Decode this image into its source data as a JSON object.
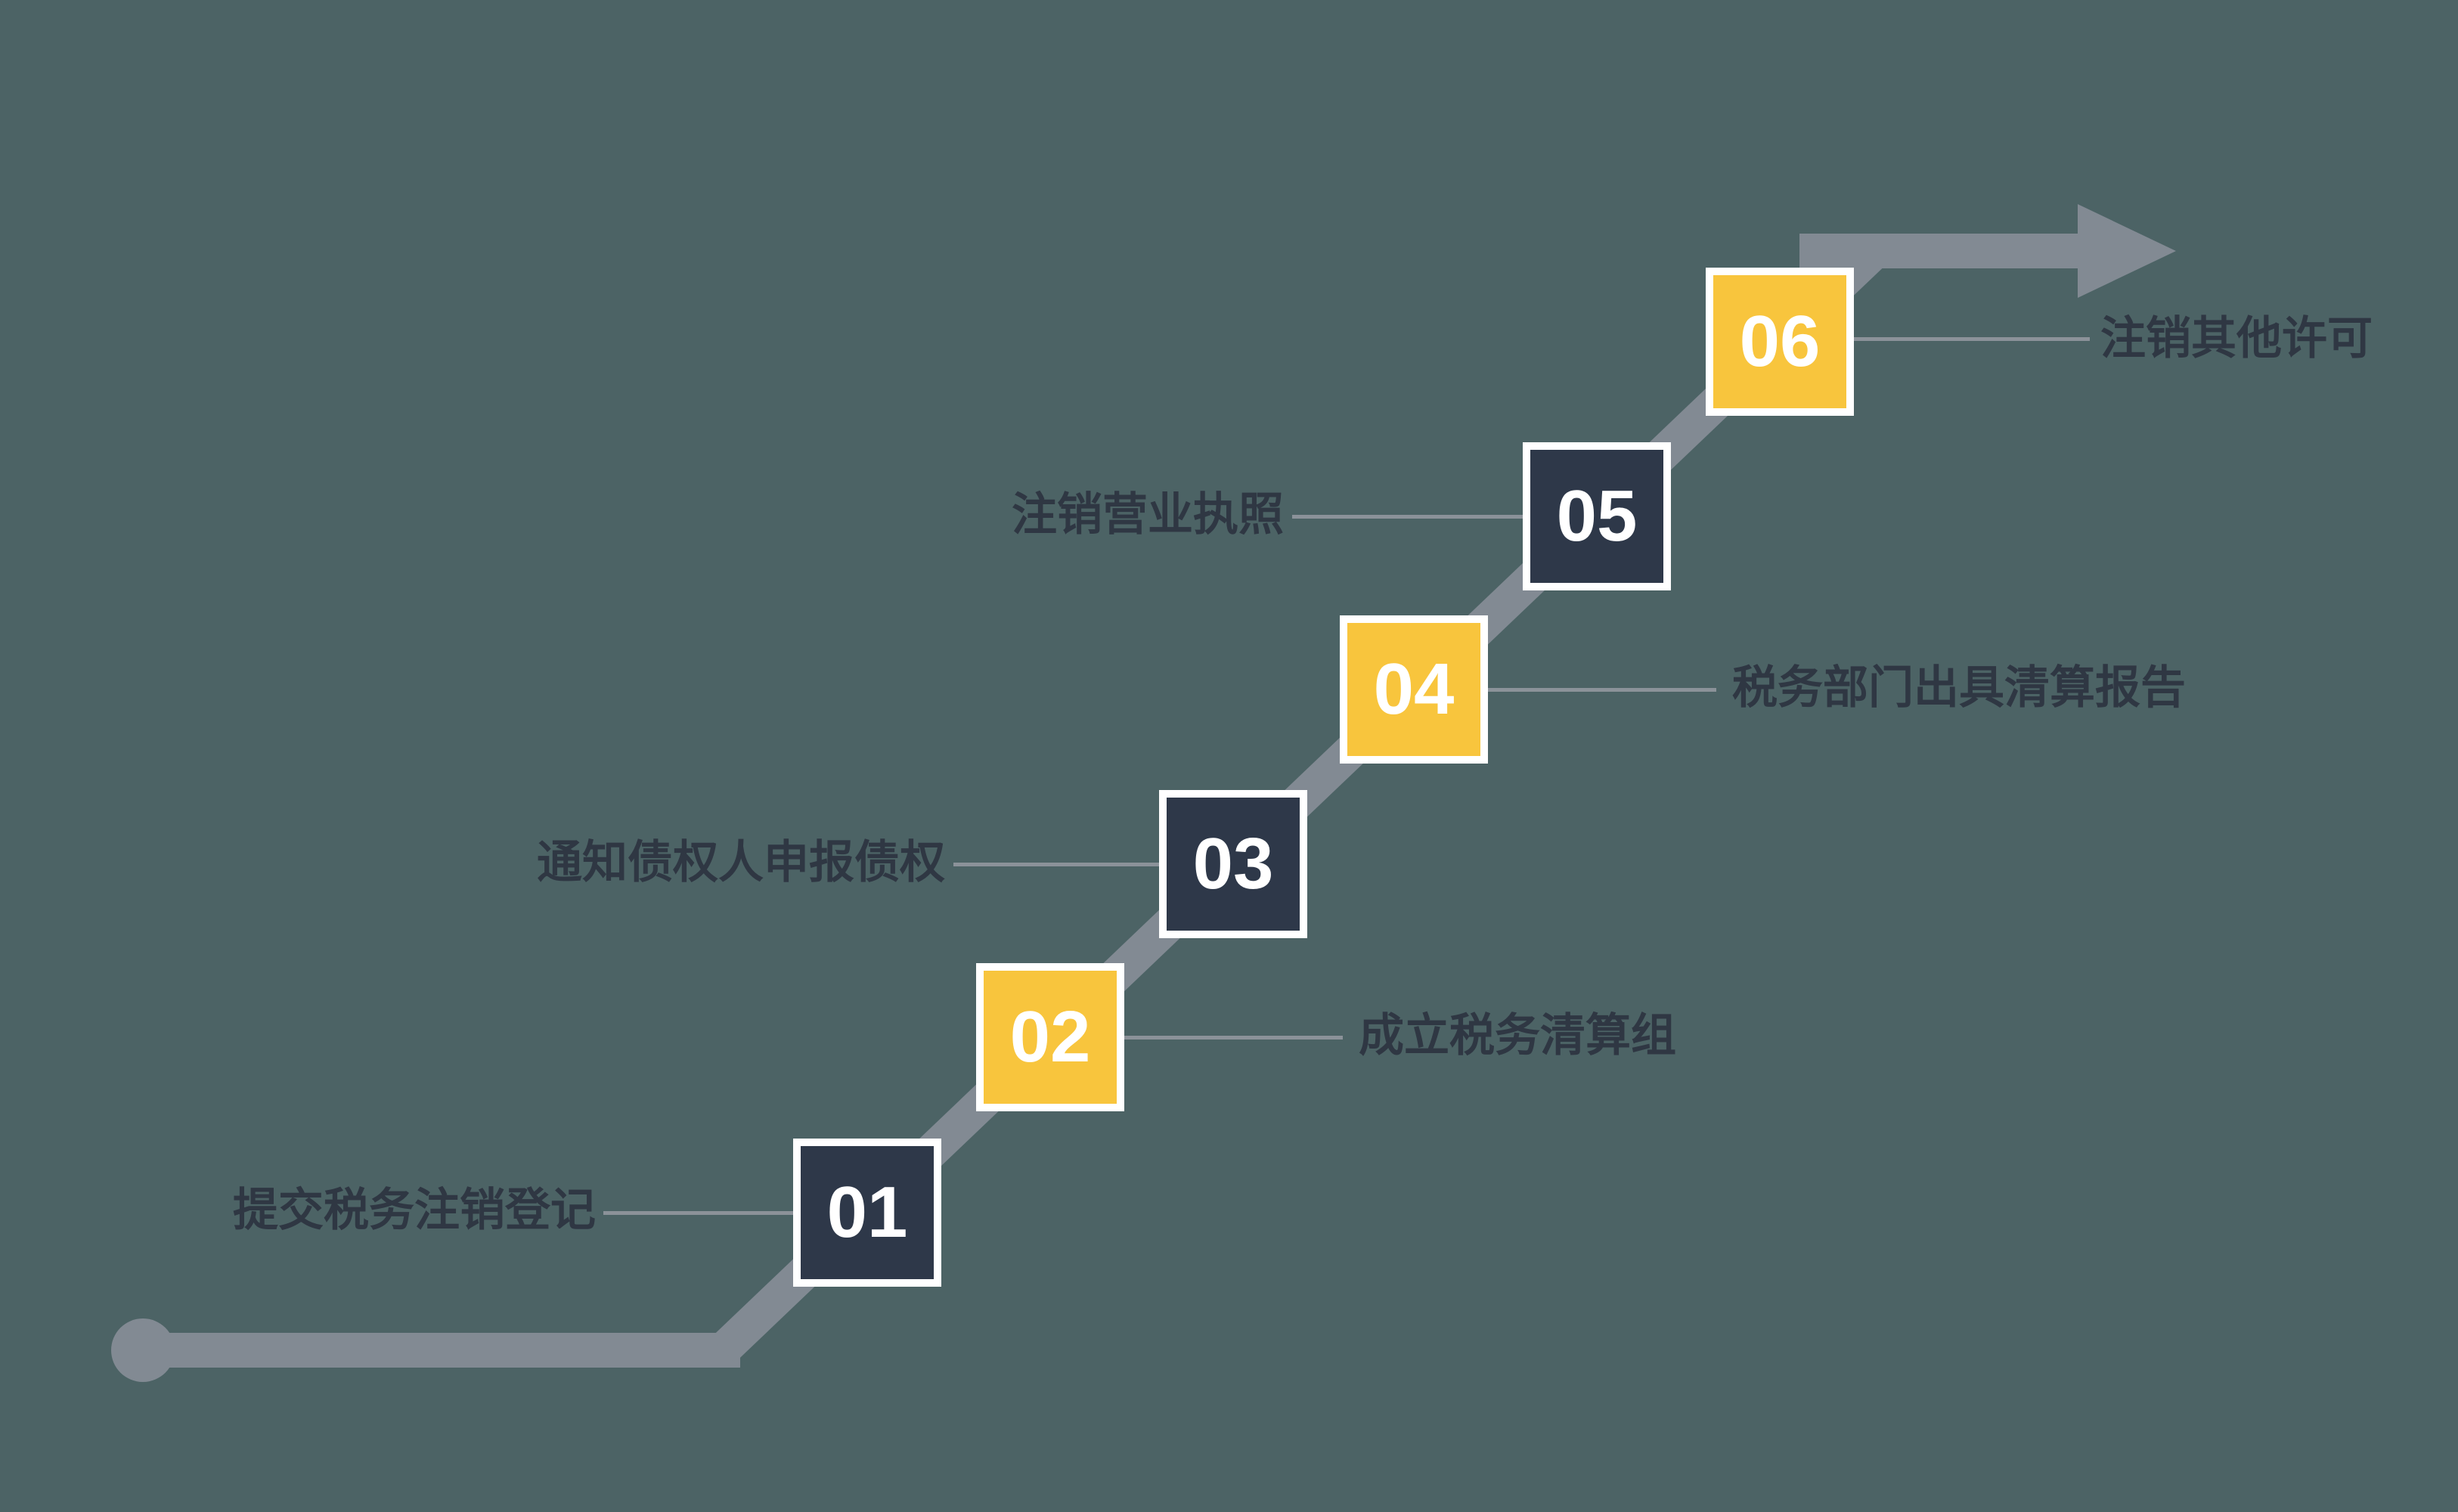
{
  "diagram": {
    "type": "step-process",
    "description": "Six-step ascending staircase flow with arrow",
    "background_color": "#4c6365",
    "track_color": "#828a93",
    "colors": {
      "dark_box": "#2e3849",
      "yellow_box": "#f8c53d",
      "box_border": "#ffffff",
      "number_text": "#ffffff",
      "label_text": "#2f3743",
      "connector": "#8b9299"
    },
    "steps": [
      {
        "number": "01",
        "label": "提交税务注销登记",
        "side": "left",
        "style": "dark"
      },
      {
        "number": "02",
        "label": "成立税务清算组",
        "side": "right",
        "style": "yellow"
      },
      {
        "number": "03",
        "label": "通知债权人申报债权",
        "side": "left",
        "style": "dark"
      },
      {
        "number": "04",
        "label": "税务部门出具清算报告",
        "side": "right",
        "style": "yellow"
      },
      {
        "number": "05",
        "label": "注销营业执照",
        "side": "left",
        "style": "dark"
      },
      {
        "number": "06",
        "label": "注销其他许可",
        "side": "right",
        "style": "yellow"
      }
    ]
  }
}
